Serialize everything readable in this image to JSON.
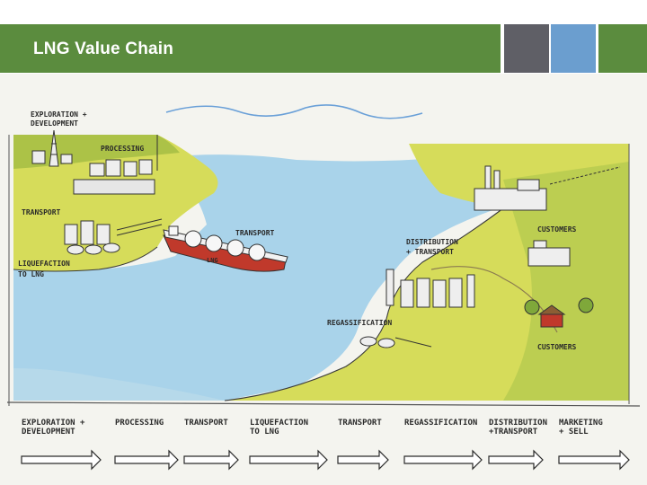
{
  "header": {
    "title": "LNG Value Chain",
    "accent_colors": [
      "#5b8c3e",
      "#5f5f66",
      "#6b9ecf"
    ]
  },
  "map_labels": {
    "exploration": [
      "EXPLORATION +",
      "DEVELOPMENT"
    ],
    "processing": "PROCESSING",
    "transport_left": "TRANSPORT",
    "transport_ship": "TRANSPORT",
    "liquefaction": [
      "LIQUEFACTION",
      "TO LNG"
    ],
    "distribution": [
      "DISTRIBUTION",
      "+ TRANSPORT"
    ],
    "customers_top": "CUSTOMERS",
    "regassification": "REGASSIFICATION",
    "customers_bottom": "CUSTOMERS",
    "ship_name": "LNG"
  },
  "chain_steps": [
    {
      "lines": [
        "EXPLORATION +",
        "DEVELOPMENT"
      ]
    },
    {
      "lines": [
        "PROCESSING"
      ]
    },
    {
      "lines": [
        "TRANSPORT"
      ]
    },
    {
      "lines": [
        "LIQUEFACTION",
        "TO LNG"
      ]
    },
    {
      "lines": [
        "TRANSPORT"
      ]
    },
    {
      "lines": [
        "REGASSIFICATION"
      ]
    },
    {
      "lines": [
        "DISTRIBUTION",
        "+TRANSPORT"
      ]
    },
    {
      "lines": [
        "MARKETING",
        "+ SELL"
      ]
    }
  ]
}
